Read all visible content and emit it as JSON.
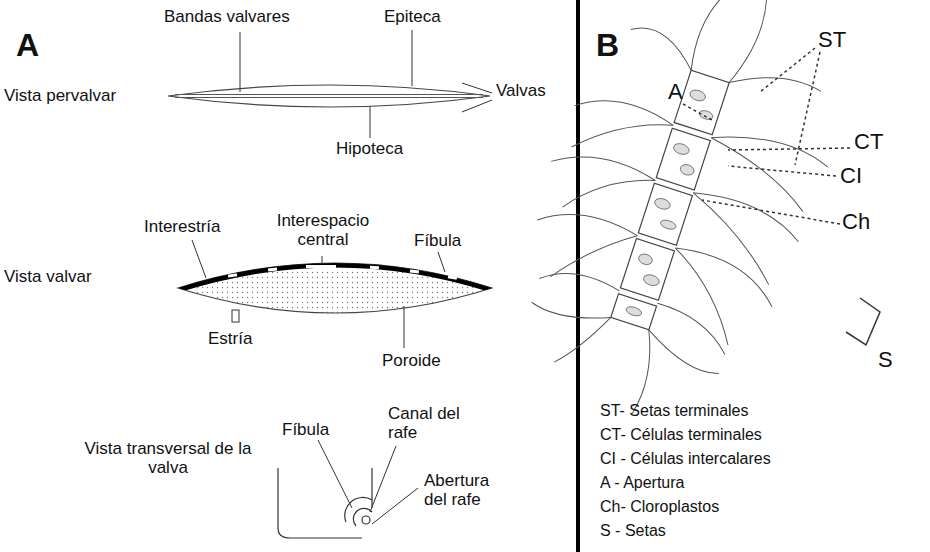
{
  "diagram": {
    "labels": [
      "A",
      "Bandas valvares",
      "Epiteca",
      "Vista pervalvar",
      "Valvas",
      "Hipoteca",
      "Interespacio central",
      "Interestría",
      "Fíbula",
      "Vista valvar",
      "Estría",
      "Poroide",
      "Fíbula",
      "Canal del rafe",
      "Vista transversal de la valva",
      "Abertura del rafe",
      "B",
      "ST",
      "A",
      "CT",
      "CI",
      "Ch",
      "S",
      "ST- Setas terminales",
      "CT- Células terminales",
      "CI - Células intercalares",
      "A - Apertura",
      "Ch- Cloroplastos",
      "S - Setas"
    ]
  }
}
